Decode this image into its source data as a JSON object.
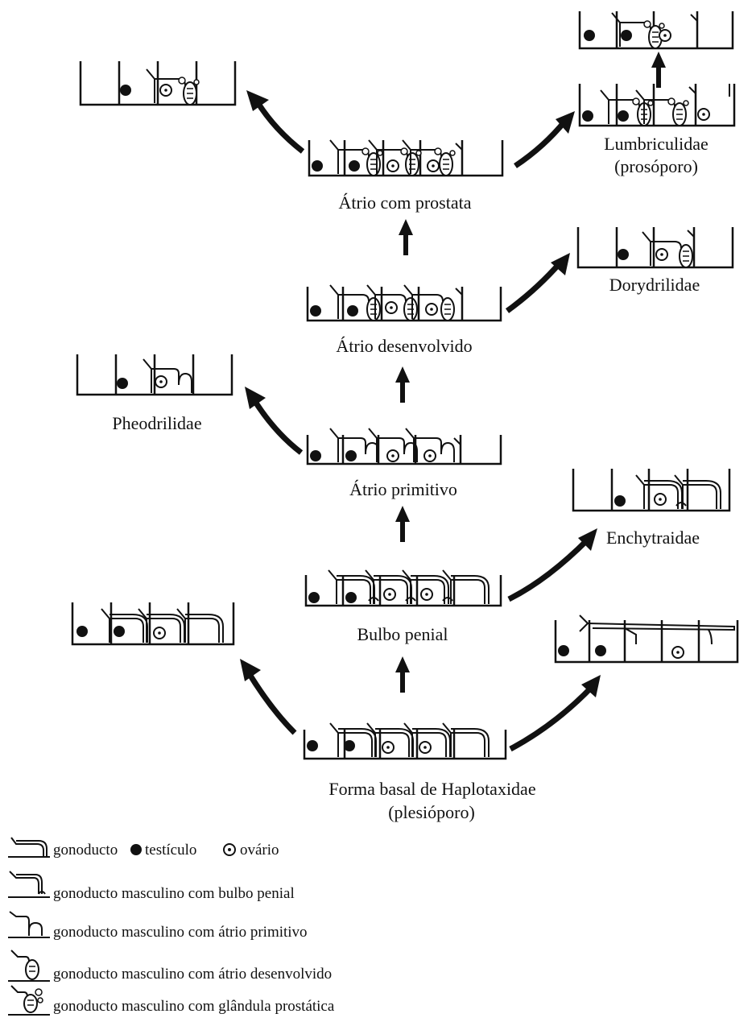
{
  "labels": {
    "basal_line1": "Forma basal de Haplotaxidae",
    "basal_line2": "(plesióporo)",
    "bulbo": "Bulbo penial",
    "atrio_primitivo": "Átrio primitivo",
    "atrio_desenvolvido": "Átrio desenvolvido",
    "atrio_prostata": "Átrio com prostata",
    "lumbriculidae_line1": "Lumbriculidae",
    "lumbriculidae_line2": "(prosóporo)",
    "dorydrilidae": "Dorydrilidae",
    "pheodrilidae": "Pheodrilidae",
    "enchytraidae": "Enchytraidae"
  },
  "legend": {
    "gonoducto": "gonoducto",
    "testiculo": "testículo",
    "ovario": "ovário",
    "bulbo": "gonoducto masculino com bulbo penial",
    "atrio_primitivo": "gonoducto masculino com átrio primitivo",
    "atrio_desenvolvido": "gonoducto masculino com átrio desenvolvido",
    "prostata": "gonoducto masculino com glândula prostática"
  },
  "colors": {
    "ink": "#111111",
    "background": "#ffffff"
  }
}
